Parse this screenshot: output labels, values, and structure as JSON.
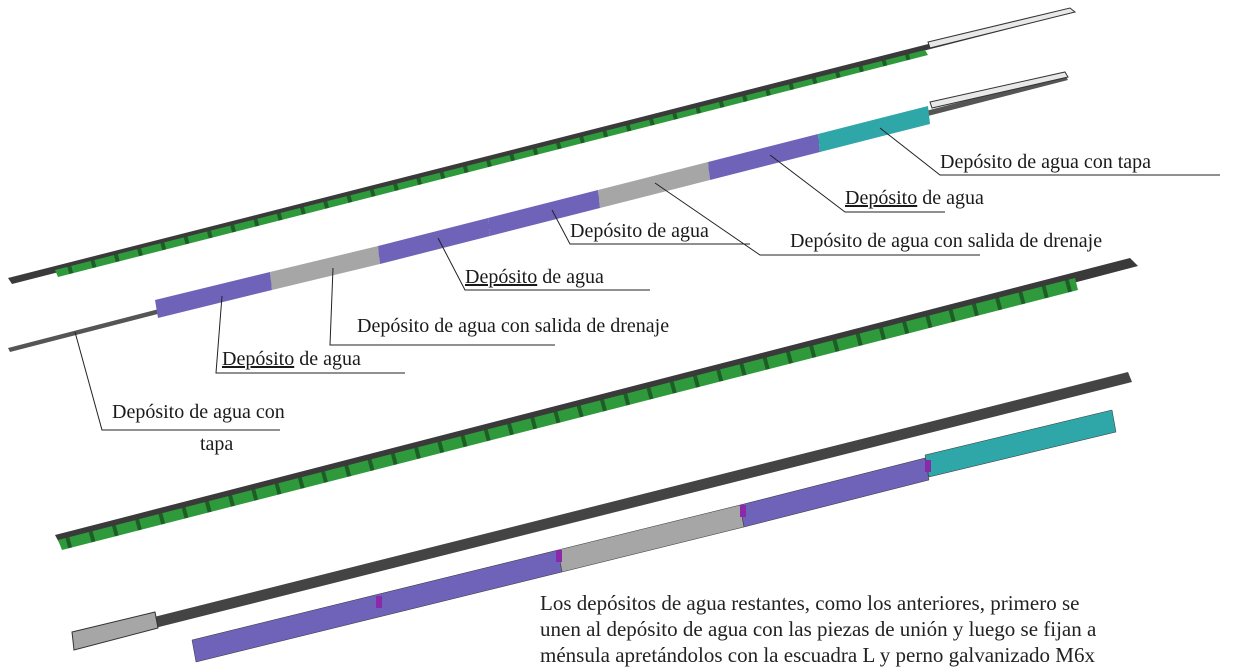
{
  "labels": {
    "l1": "Depósito de agua con tapa",
    "l2_underlined": "Depósito",
    "l2_rest": " de agua",
    "l3": "Depósito de agua con salida de drenaje",
    "l4": "Depósito de agua",
    "l5_underlined": "Depósito",
    "l5_rest": " de agua",
    "l6": "Depósito de agua con salida de drenaje",
    "l7_underlined": "Depósito",
    "l7_rest": " de agua",
    "l8_line1": "Depósito de agua con",
    "l8_line2": "tapa"
  },
  "paragraph": {
    "line1": "Los depósitos de agua restantes, como los anteriores, primero se",
    "line2": "unen al depósito de agua con las piezas de unión y luego se fijan a",
    "line3": "ménsula apretándolos con la escuadra L y perno galvanizado M6x"
  },
  "colors": {
    "green": "#2f9a3c",
    "purple": "#6e63b8",
    "gray": "#9a9a9a",
    "teal": "#2fa6a8",
    "dark": "#2b2b2b",
    "magenta": "#8a2aa8"
  }
}
